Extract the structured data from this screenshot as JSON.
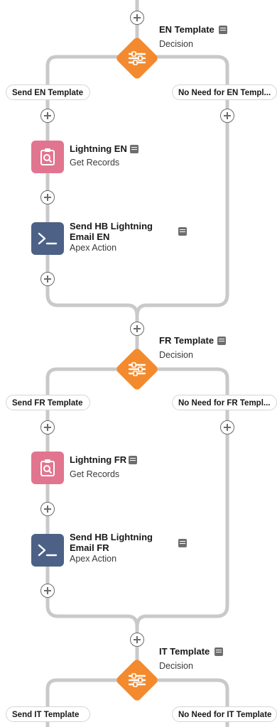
{
  "decisions": [
    {
      "title": "EN Template",
      "type": "Decision",
      "left": "Send EN Template",
      "right": "No Need for EN Templ...",
      "records_title": "Lightning EN",
      "records_type": "Get Records",
      "action_title_1": "Send HB Lightning",
      "action_title_2": "Email EN",
      "action_type": "Apex Action"
    },
    {
      "title": "FR Template",
      "type": "Decision",
      "left": "Send FR Template",
      "right": "No Need for FR Templ...",
      "records_title": "Lightning FR",
      "records_type": "Get Records",
      "action_title_1": "Send HB Lightning",
      "action_title_2": "Email FR",
      "action_type": "Apex Action"
    },
    {
      "title": "IT Template",
      "type": "Decision",
      "left": "Send IT Template",
      "right": "No Need for IT Template"
    }
  ],
  "colors": {
    "decision": "#f38a2e",
    "get_records": "#e1758f",
    "apex_action": "#4c6185",
    "connector": "#c9c9c9"
  },
  "icons": {
    "decision": "decision-icon",
    "get_records": "get-records-icon",
    "apex_action": "apex-action-icon",
    "description": "description-icon",
    "add": "add-element-icon"
  }
}
